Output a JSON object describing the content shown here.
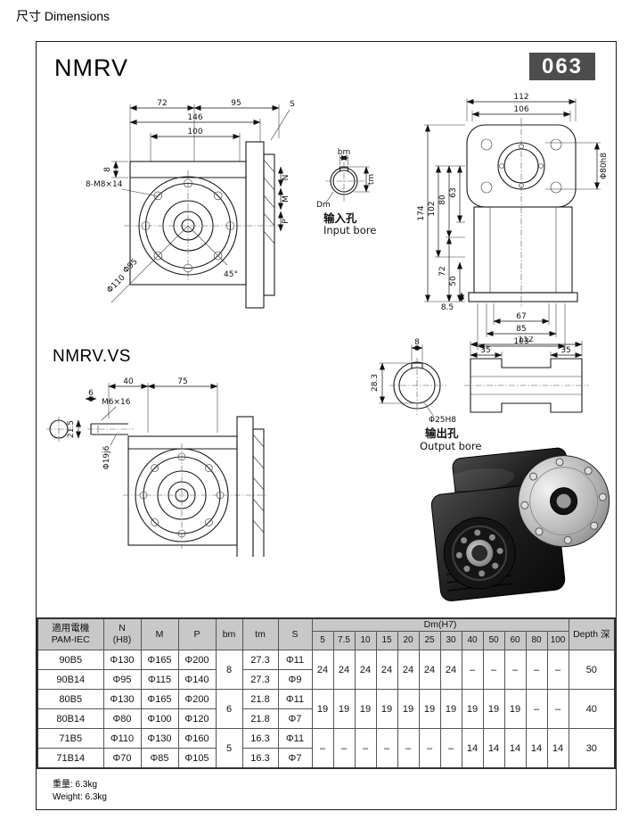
{
  "page": {
    "title": "尺寸 Dimensions",
    "size_badge": "063",
    "weight_cn": "重量: 6.3kg",
    "weight_en": "Weight: 6.3kg"
  },
  "drawings": {
    "front": {
      "title": "NMRV",
      "d72": "72",
      "d95": "95",
      "d146": "146",
      "d100": "100",
      "d8": "8",
      "bolt_callout": "8-M8×14",
      "phi95": "Φ95",
      "phi110": "Φ110",
      "ang45": "45°",
      "s": "S",
      "n": "N",
      "m": "M",
      "p": "P"
    },
    "input_bore": {
      "bm": "bm",
      "tm": "tm",
      "dm": "Dm",
      "caption_cn": "输入孔",
      "caption_en": "Input bore"
    },
    "rear": {
      "d112": "112",
      "d106": "106",
      "d174": "174",
      "d102": "102",
      "d80": "80",
      "d63": "63",
      "d72": "72",
      "d50": "50",
      "d8_5": "8.5",
      "d67": "67",
      "d85": "85",
      "d103": "103",
      "phi80h8": "Φ80h8"
    },
    "vs": {
      "title": "NMRV.VS",
      "d40": "40",
      "d75": "75",
      "d6": "6",
      "m6": "M6×16",
      "d21_5": "21.5",
      "phi19j6": "Φ19j6"
    },
    "output_bore": {
      "d112": "112",
      "d35a": "35",
      "d35b": "35",
      "d8": "8",
      "d28_3": "28.3",
      "phi25": "Φ25H8",
      "caption_cn": "输出孔",
      "caption_en": "Output bore"
    }
  },
  "table": {
    "header": {
      "pam": "適用電機\nPAM-IEC",
      "n": "N\n(H8)",
      "m": "M",
      "p": "P",
      "bm": "bm",
      "tm": "tm",
      "s": "S",
      "dm_group": "Dm(H7)",
      "dm_cols": [
        "5",
        "7.5",
        "10",
        "15",
        "20",
        "25",
        "30",
        "40",
        "50",
        "60",
        "80",
        "100"
      ],
      "depth": "Depth 深"
    },
    "rows": [
      {
        "pam": "90B5",
        "n": "Φ130",
        "m": "Φ165",
        "p": "Φ200",
        "tm": "27.3",
        "s": "Φ11"
      },
      {
        "pam": "90B14",
        "n": "Φ95",
        "m": "Φ115",
        "p": "Φ140",
        "tm": "27.3",
        "s": "Φ9"
      },
      {
        "pam": "80B5",
        "n": "Φ130",
        "m": "Φ165",
        "p": "Φ200",
        "tm": "21.8",
        "s": "Φ11"
      },
      {
        "pam": "80B14",
        "n": "Φ80",
        "m": "Φ100",
        "p": "Φ120",
        "tm": "21.8",
        "s": "Φ7"
      },
      {
        "pam": "71B5",
        "n": "Φ110",
        "m": "Φ130",
        "p": "Φ160",
        "tm": "16.3",
        "s": "Φ11"
      },
      {
        "pam": "71B14",
        "n": "Φ70",
        "m": "Φ85",
        "p": "Φ105",
        "tm": "16.3",
        "s": "Φ7"
      }
    ],
    "groups": [
      {
        "bm": "8",
        "dm": [
          "24",
          "24",
          "24",
          "24",
          "24",
          "24",
          "24",
          "–",
          "–",
          "–",
          "–",
          "–"
        ],
        "depth": "50"
      },
      {
        "bm": "6",
        "dm": [
          "19",
          "19",
          "19",
          "19",
          "19",
          "19",
          "19",
          "19",
          "19",
          "19",
          "–",
          "–"
        ],
        "depth": "40"
      },
      {
        "bm": "5",
        "dm": [
          "–",
          "–",
          "–",
          "–",
          "–",
          "–",
          "–",
          "14",
          "14",
          "14",
          "14",
          "14"
        ],
        "depth": "30"
      }
    ]
  }
}
